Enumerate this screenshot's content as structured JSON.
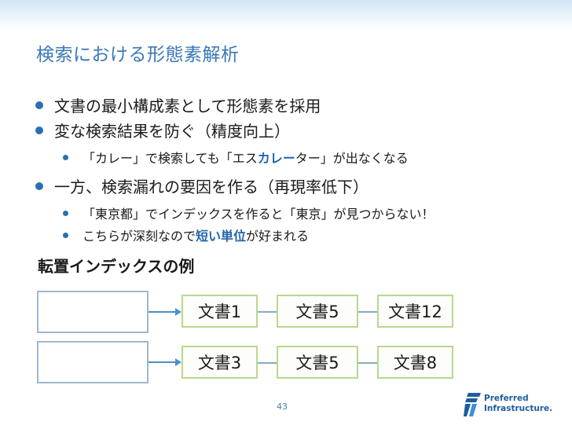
{
  "slide": {
    "title": "検索における形態素解析",
    "page_number": "43"
  },
  "bullets": [
    {
      "level": 1,
      "segments": [
        {
          "text": "文書の最小構成素として形態素を採用",
          "highlight": false
        }
      ]
    },
    {
      "level": 1,
      "segments": [
        {
          "text": "変な検索結果を防ぐ（精度向上）",
          "highlight": false
        }
      ]
    },
    {
      "level": 2,
      "segments": [
        {
          "text": "「カレー」で検索しても「エス",
          "highlight": false
        },
        {
          "text": "カレー",
          "highlight": true
        },
        {
          "text": "ター」が出なくなる",
          "highlight": false
        }
      ]
    },
    {
      "level": 1,
      "segments": [
        {
          "text": "一方、検索漏れの要因を作る（再現率低下）",
          "highlight": false
        }
      ]
    },
    {
      "level": 2,
      "segments": [
        {
          "text": "「東京都」でインデックスを作ると「東京」が見つからない！",
          "highlight": false
        }
      ]
    },
    {
      "level": 2,
      "segments": [
        {
          "text": "こちらが深刻なので",
          "highlight": false
        },
        {
          "text": "短い単位",
          "highlight": true
        },
        {
          "text": "が好まれる",
          "highlight": false
        }
      ]
    }
  ],
  "diagram": {
    "title": "転置インデックスの例",
    "rows": [
      {
        "key": "",
        "docs": [
          "文書1",
          "文書5",
          "文書12"
        ]
      },
      {
        "key": "",
        "docs": [
          "文書3",
          "文書5",
          "文書8"
        ]
      }
    ]
  },
  "logo": {
    "line1": "Preferred",
    "line2": "Infrastructure."
  },
  "colors": {
    "title": "#3a78b8",
    "bullet": "#2a6fb3",
    "highlight": "#1f64ad",
    "doc_border": "#b7d98c",
    "key_border": "#9fb8cc",
    "arrow": "#4a90c8"
  }
}
